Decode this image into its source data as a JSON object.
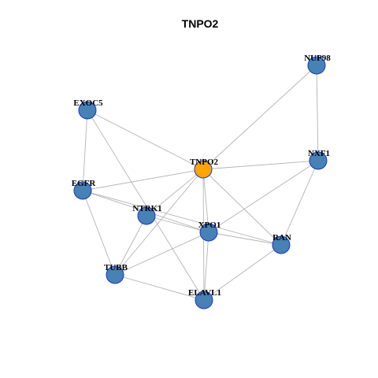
{
  "title": "TNPO2",
  "colors": {
    "edge": "#b3b3b3",
    "node_fill": "#4682b4",
    "node_stroke": "#1a33cc",
    "center_fill": "#ffa500"
  },
  "nodes": [
    {
      "id": "NUP98",
      "label": "NUP98",
      "center": false
    },
    {
      "id": "EXOC5",
      "label": "EXOC5",
      "center": false
    },
    {
      "id": "TNPO2",
      "label": "TNPO2",
      "center": true
    },
    {
      "id": "NXF1",
      "label": "NXF1",
      "center": false
    },
    {
      "id": "EGFR",
      "label": "EGFR",
      "center": false
    },
    {
      "id": "NTRK1",
      "label": "NTRK1",
      "center": false
    },
    {
      "id": "XPO1",
      "label": "XPO1",
      "center": false
    },
    {
      "id": "RAN",
      "label": "RAN",
      "center": false
    },
    {
      "id": "TUBB",
      "label": "TUBB",
      "center": false
    },
    {
      "id": "ELAVL1",
      "label": "ELAVL1",
      "center": false
    }
  ],
  "edges": [
    [
      "NUP98",
      "TNPO2"
    ],
    [
      "NUP98",
      "NXF1"
    ],
    [
      "EXOC5",
      "TNPO2"
    ],
    [
      "EXOC5",
      "EGFR"
    ],
    [
      "EXOC5",
      "ELAVL1"
    ],
    [
      "TNPO2",
      "NXF1"
    ],
    [
      "TNPO2",
      "EGFR"
    ],
    [
      "TNPO2",
      "NTRK1"
    ],
    [
      "TNPO2",
      "XPO1"
    ],
    [
      "TNPO2",
      "RAN"
    ],
    [
      "TNPO2",
      "TUBB"
    ],
    [
      "TNPO2",
      "ELAVL1"
    ],
    [
      "NXF1",
      "XPO1"
    ],
    [
      "NXF1",
      "RAN"
    ],
    [
      "EGFR",
      "XPO1"
    ],
    [
      "EGFR",
      "RAN"
    ],
    [
      "EGFR",
      "TUBB"
    ],
    [
      "NTRK1",
      "TUBB"
    ],
    [
      "NTRK1",
      "XPO1"
    ],
    [
      "XPO1",
      "RAN"
    ],
    [
      "XPO1",
      "TUBB"
    ],
    [
      "XPO1",
      "ELAVL1"
    ],
    [
      "RAN",
      "ELAVL1"
    ],
    [
      "TUBB",
      "ELAVL1"
    ]
  ]
}
